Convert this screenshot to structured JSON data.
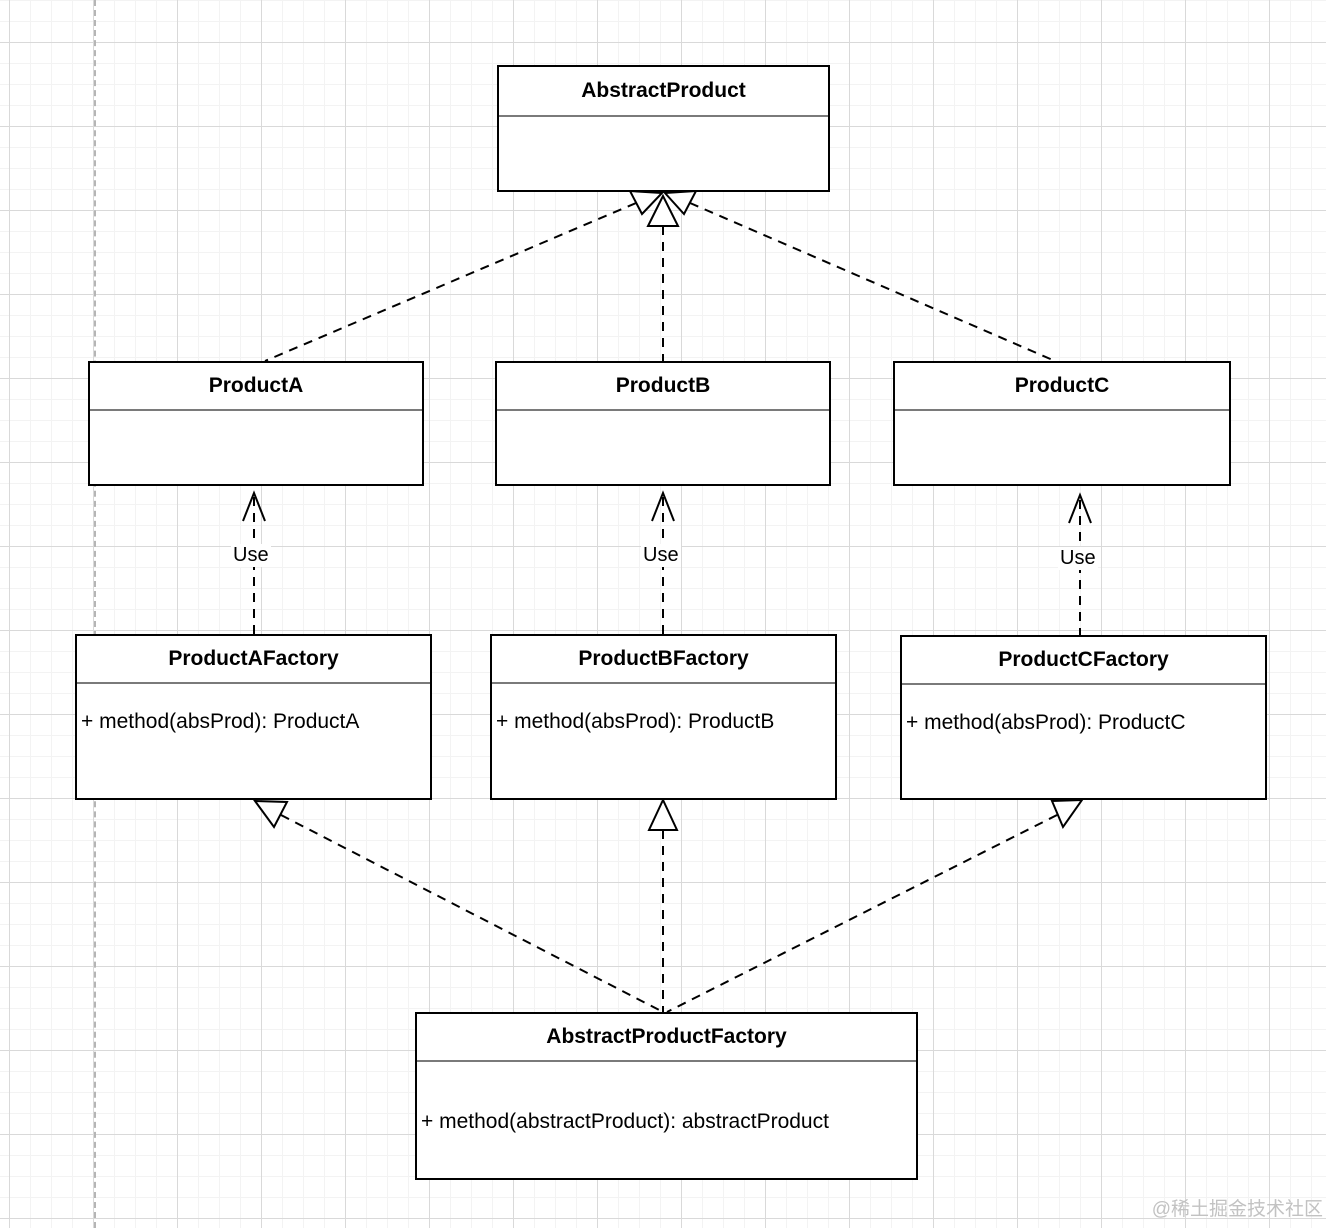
{
  "diagram": {
    "classes": {
      "abstract_product": {
        "name": "AbstractProduct"
      },
      "product_a": {
        "name": "ProductA"
      },
      "product_b": {
        "name": "ProductB"
      },
      "product_c": {
        "name": "ProductC"
      },
      "product_a_factory": {
        "name": "ProductAFactory",
        "method": "+ method(absProd): ProductA"
      },
      "product_b_factory": {
        "name": "ProductBFactory",
        "method": "+ method(absProd): ProductB"
      },
      "product_c_factory": {
        "name": "ProductCFactory",
        "method": "+ method(absProd): ProductC"
      },
      "abstract_product_factory": {
        "name": "AbstractProductFactory",
        "method": "+ method(abstractProduct): abstractProduct"
      }
    },
    "edge_labels": {
      "use_a": "Use",
      "use_b": "Use",
      "use_c": "Use"
    },
    "watermark": "@稀土掘金技术社区",
    "colors": {
      "stroke": "#000000",
      "divider": "#7a7a7a",
      "grid_major": "#d9d9d9",
      "grid_minor": "#f3f3f3",
      "watermark": "#c2c2c2"
    }
  }
}
